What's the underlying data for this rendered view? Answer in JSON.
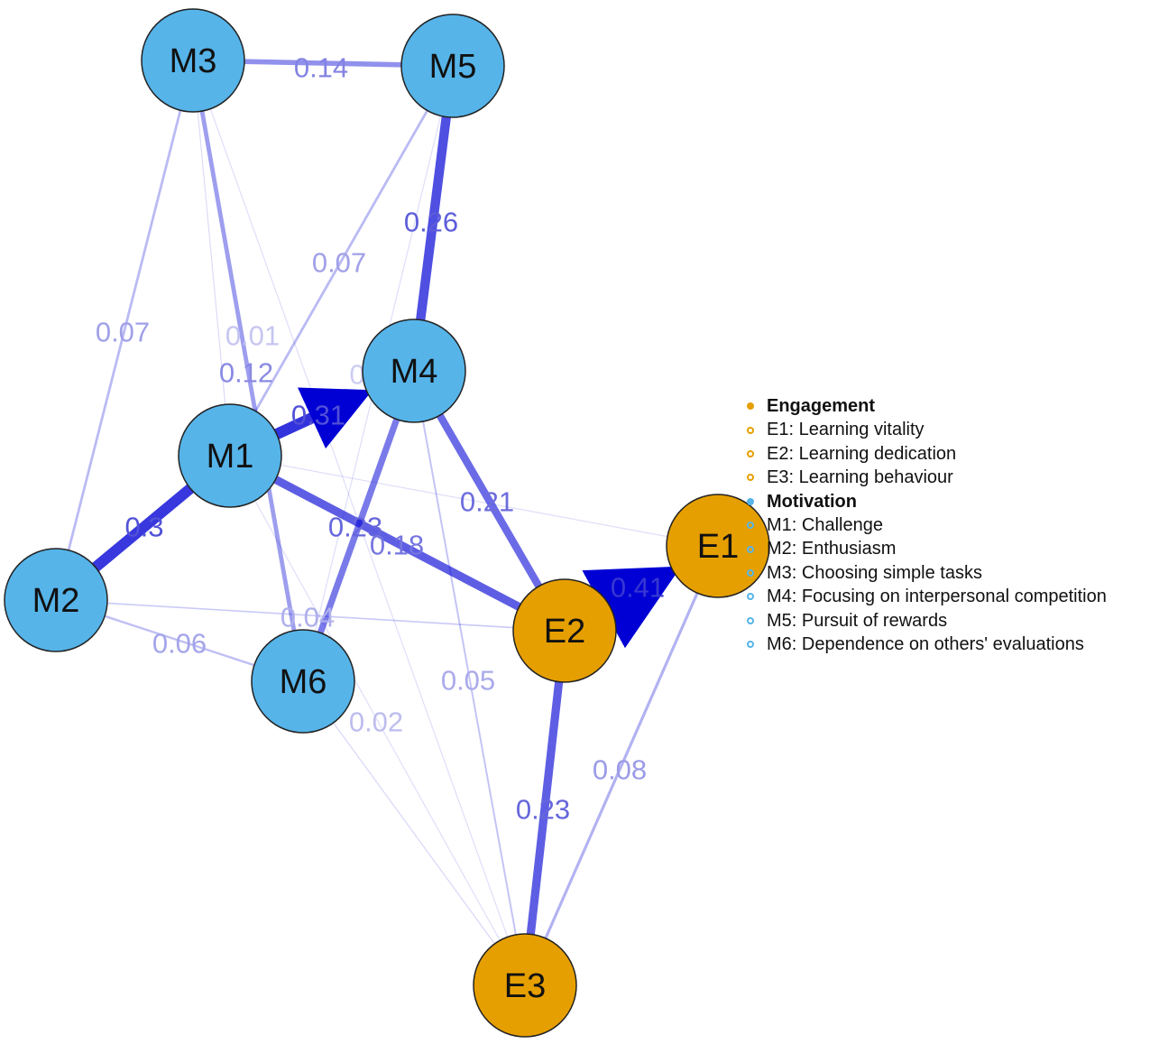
{
  "palette": {
    "engagement": "#E69F00",
    "motivation": "#56B4E9",
    "edge": "#0000D5",
    "node_border": "#222222"
  },
  "nodes": [
    {
      "id": "M1",
      "group": "motivation"
    },
    {
      "id": "M2",
      "group": "motivation"
    },
    {
      "id": "M3",
      "group": "motivation"
    },
    {
      "id": "M4",
      "group": "motivation"
    },
    {
      "id": "M5",
      "group": "motivation"
    },
    {
      "id": "M6",
      "group": "motivation"
    },
    {
      "id": "E1",
      "group": "engagement"
    },
    {
      "id": "E2",
      "group": "engagement"
    },
    {
      "id": "E3",
      "group": "engagement"
    }
  ],
  "edges": [
    {
      "from": "M3",
      "to": "M5",
      "label": "0.14"
    },
    {
      "from": "M5",
      "to": "M4",
      "label": "0.26"
    },
    {
      "from": "M5",
      "to": "M1",
      "label": "0.07"
    },
    {
      "from": "M3",
      "to": "M2",
      "label": "0.07"
    },
    {
      "from": "M3",
      "to": "M1",
      "label": "0.01"
    },
    {
      "from": "M3",
      "to": "M6",
      "label": "0.12"
    },
    {
      "from": "M5",
      "to": "M6",
      "label": "0"
    },
    {
      "from": "M1",
      "to": "M4",
      "label": "0.31",
      "arrow": true
    },
    {
      "from": "M2",
      "to": "M1",
      "label": "0.3"
    },
    {
      "from": "M1",
      "to": "E2",
      "label": "0.23"
    },
    {
      "from": "M4",
      "to": "E2",
      "label": "0.21"
    },
    {
      "from": "M4",
      "to": "M6",
      "label": "0.18"
    },
    {
      "from": "E2",
      "to": "E1",
      "label": "0.41",
      "arrow": true
    },
    {
      "from": "M2",
      "to": "E2",
      "label": "0.04"
    },
    {
      "from": "M2",
      "to": "M6",
      "label": "0.06"
    },
    {
      "from": "M4",
      "to": "E3",
      "label": "0.05"
    },
    {
      "from": "M6",
      "to": "E3",
      "label": "0.02"
    },
    {
      "from": "E2",
      "to": "E3",
      "label": "0.23"
    },
    {
      "from": "E1",
      "to": "E3",
      "label": "0.08"
    },
    {
      "from": "M1",
      "to": "E1",
      "label": ""
    },
    {
      "from": "M3",
      "to": "E3",
      "label": ""
    },
    {
      "from": "M1",
      "to": "E3",
      "label": ""
    }
  ],
  "legend": [
    {
      "text": "Engagement",
      "group": "engagement",
      "kind": "group"
    },
    {
      "text": "E1: Learning vitality",
      "group": "engagement",
      "kind": "item"
    },
    {
      "text": "E2: Learning dedication",
      "group": "engagement",
      "kind": "item"
    },
    {
      "text": "E3: Learning behaviour",
      "group": "engagement",
      "kind": "item"
    },
    {
      "text": "Motivation",
      "group": "motivation",
      "kind": "group"
    },
    {
      "text": "M1: Challenge",
      "group": "motivation",
      "kind": "item"
    },
    {
      "text": "M2: Enthusiasm",
      "group": "motivation",
      "kind": "item"
    },
    {
      "text": "M3:  Choosing simple tasks",
      "group": "motivation",
      "kind": "item"
    },
    {
      "text": "M4: Focusing on interpersonal competition",
      "group": "motivation",
      "kind": "item"
    },
    {
      "text": "M5: Pursuit of rewards",
      "group": "motivation",
      "kind": "item"
    },
    {
      "text": "M6: Dependence on others' evaluations",
      "group": "motivation",
      "kind": "item"
    }
  ]
}
